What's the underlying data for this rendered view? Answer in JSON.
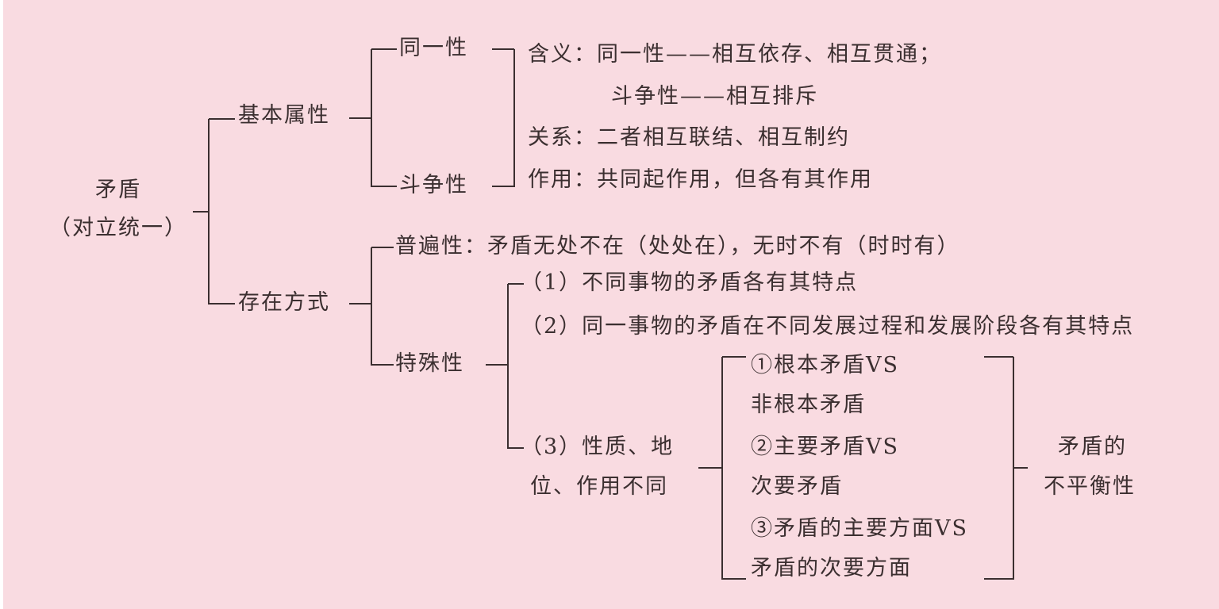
{
  "root": {
    "title": "矛盾",
    "subtitle": "（对立统一）"
  },
  "basic_attributes": {
    "label": "基本属性",
    "identity": "同一性",
    "struggle": "斗争性",
    "meaning_line1": "含义：同一性——相互依存、相互贯通；",
    "meaning_line2": "斗争性——相互排斥",
    "relation": "关系：二者相互联结、相互制约",
    "function": "作用：共同起作用，但各有其作用"
  },
  "existence": {
    "label": "存在方式",
    "universality": "普遍性：矛盾无处不在（处处在），无时不有（时时有）",
    "particularity": "特殊性",
    "p1": "（1）不同事物的矛盾各有其特点",
    "p2": "（2）同一事物的矛盾在不同发展过程和发展阶段各有其特点",
    "p3_line1": "（3）性质、地",
    "p3_line2": "位、作用不同",
    "pairs": [
      "①根本矛盾VS",
      "非根本矛盾",
      "②主要矛盾VS",
      "次要矛盾",
      "③矛盾的主要方面VS",
      "矛盾的次要方面"
    ],
    "imbalance_line1": "矛盾的",
    "imbalance_line2": "不平衡性"
  }
}
